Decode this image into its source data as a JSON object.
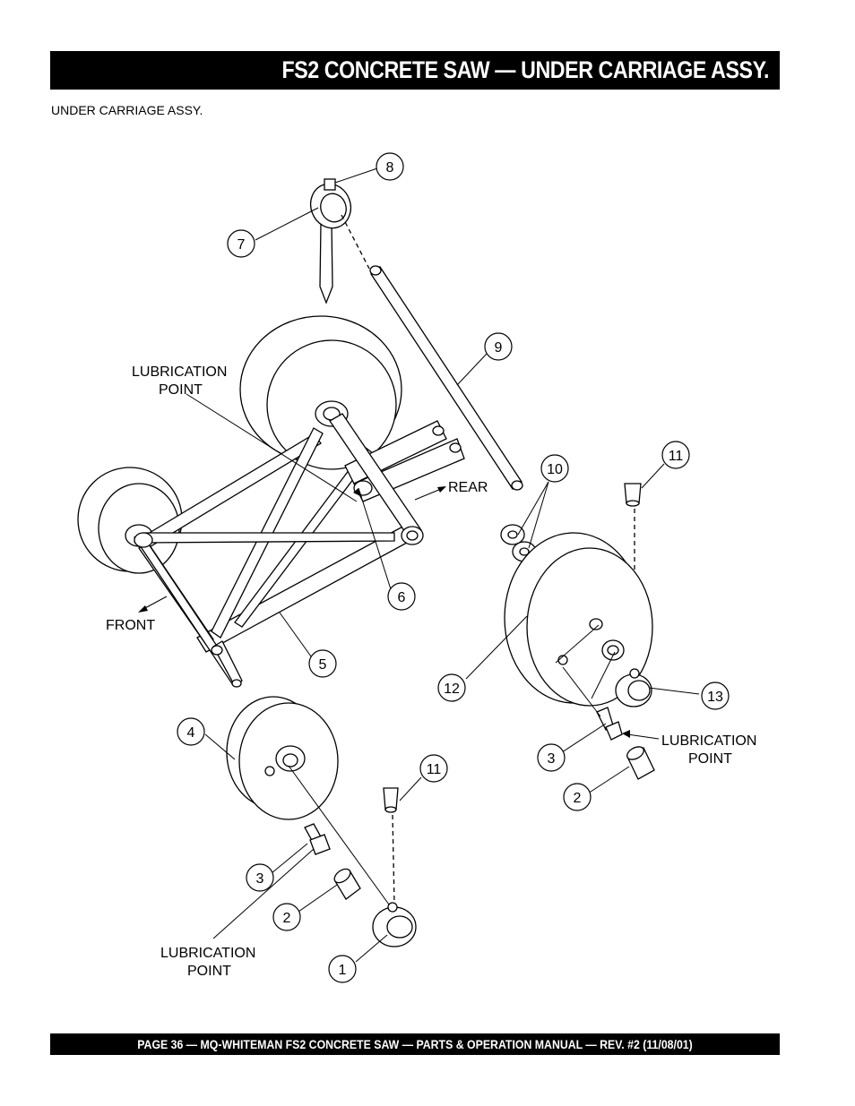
{
  "header": {
    "title": "FS2 CONCRETE SAW — UNDER CARRIAGE ASSY."
  },
  "subtitle": "UNDER CARRIAGE ASSY.",
  "footer": {
    "text": "PAGE 36 — MQ-WHITEMAN FS2 CONCRETE SAW — PARTS & OPERATION MANUAL — REV. #2 (11/08/01)"
  },
  "diagram": {
    "callouts": [
      "8",
      "7",
      "9",
      "10",
      "11",
      "6",
      "5",
      "12",
      "13",
      "3",
      "2",
      "4",
      "11",
      "3",
      "2",
      "1"
    ],
    "labels": {
      "lubrication_top_line1": "LUBRICATION",
      "lubrication_top_line2": "POINT",
      "rear": "REAR",
      "front": "FRONT",
      "lubrication_right_line1": "LUBRICATION",
      "lubrication_right_line2": "POINT",
      "lubrication_bottom_line1": "LUBRICATION",
      "lubrication_bottom_line2": "POINT"
    }
  }
}
